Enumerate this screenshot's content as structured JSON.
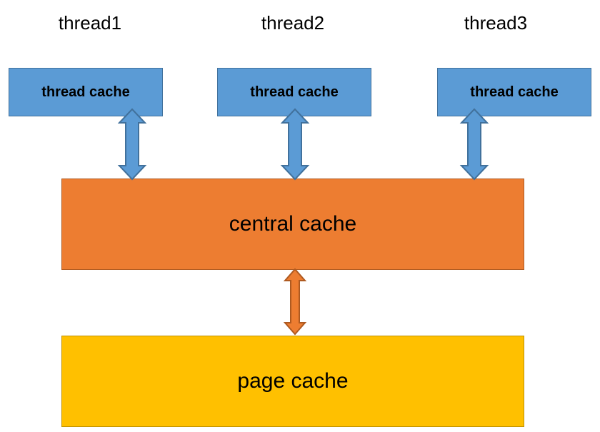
{
  "colors": {
    "background": "#ffffff",
    "text": "#000000",
    "thread_box_fill": "#5B9BD5",
    "thread_box_border": "#41719C",
    "central_box_fill": "#ED7D31",
    "central_box_border": "#AE5A21",
    "page_box_fill": "#FFC000",
    "page_box_border": "#BF9000"
  },
  "threads": [
    {
      "title": "thread1",
      "cache_label": "thread cache"
    },
    {
      "title": "thread2",
      "cache_label": "thread cache"
    },
    {
      "title": "thread3",
      "cache_label": "thread cache"
    }
  ],
  "central_cache": {
    "label": "central cache"
  },
  "page_cache": {
    "label": "page cache"
  },
  "arrows": [
    {
      "name": "thread1-cache to central-cache",
      "bidirectional": true,
      "color": "#5B9BD5"
    },
    {
      "name": "thread2-cache to central-cache",
      "bidirectional": true,
      "color": "#5B9BD5"
    },
    {
      "name": "thread3-cache to central-cache",
      "bidirectional": true,
      "color": "#5B9BD5"
    },
    {
      "name": "central-cache to page-cache",
      "bidirectional": true,
      "color": "#ED7D31"
    }
  ]
}
